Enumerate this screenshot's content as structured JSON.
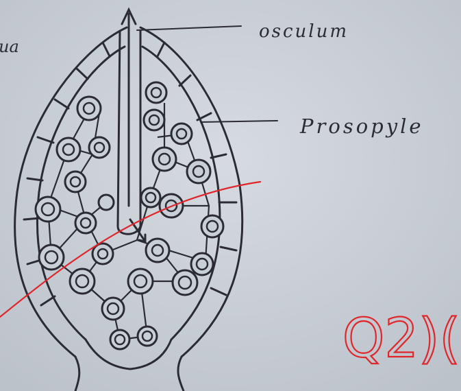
{
  "labels": {
    "top_left_fragment": "ua",
    "osculum": "osculum",
    "prosopyle": "Prosopyle",
    "red_mark": "Q2)("
  },
  "colors": {
    "paper": "#c9cfd6",
    "ink": "#2b2b33",
    "red_pen": "#e0262b"
  }
}
